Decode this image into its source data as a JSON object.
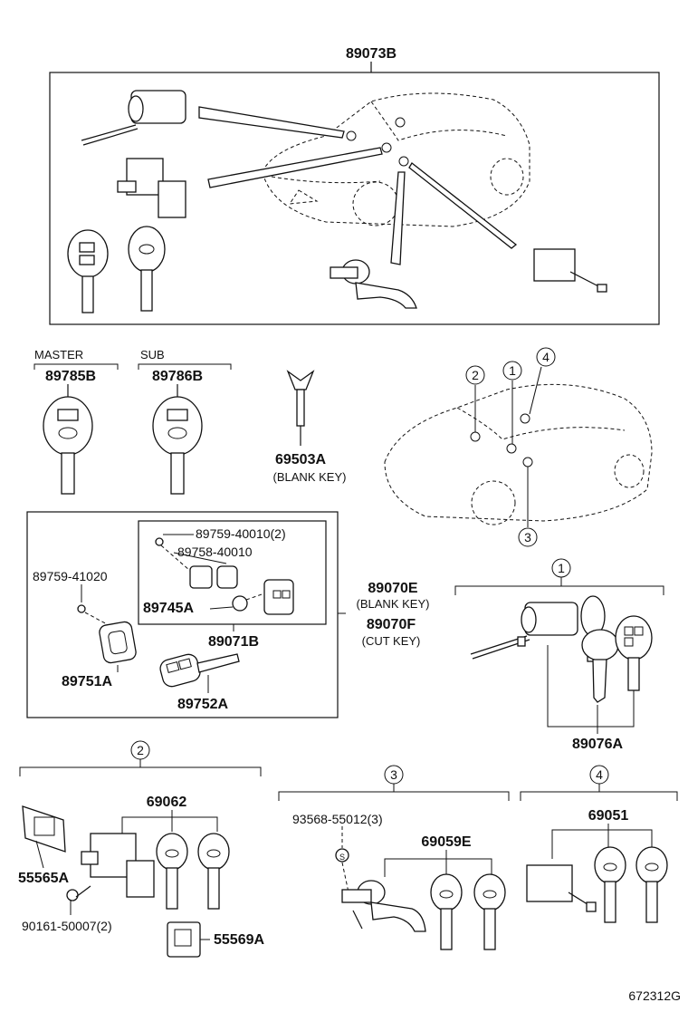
{
  "labels": {
    "top_set": "89073B",
    "master_caption": "MASTER",
    "sub_caption": "SUB",
    "master_key": "89785B",
    "sub_key": "89786B",
    "blank_key_part": "69503A",
    "blank_key_caption": "(BLANK KEY)",
    "screw_2": "89759-40010(2)",
    "cap": "89758-40010",
    "screw_1": "89759-41020",
    "board": "89745A",
    "housing": "89071B",
    "cover": "89751A",
    "transmitter_key": "89752A",
    "key_e": "89070E",
    "key_e_caption": "(BLANK KEY)",
    "key_f": "89070F",
    "key_f_caption": "(CUT KEY)",
    "ignition_set": "89076A",
    "glove_set": "69062",
    "glove_bracket": "55565A",
    "glove_bolt": "90161-50007(2)",
    "glove_plate": "55569A",
    "door_pin": "93568-55012(3)",
    "door_set": "69059E",
    "trunk_set": "69051",
    "figure_number": "672312G"
  },
  "callouts": {
    "c1": "1",
    "c2": "2",
    "c3": "3",
    "c4": "4"
  }
}
